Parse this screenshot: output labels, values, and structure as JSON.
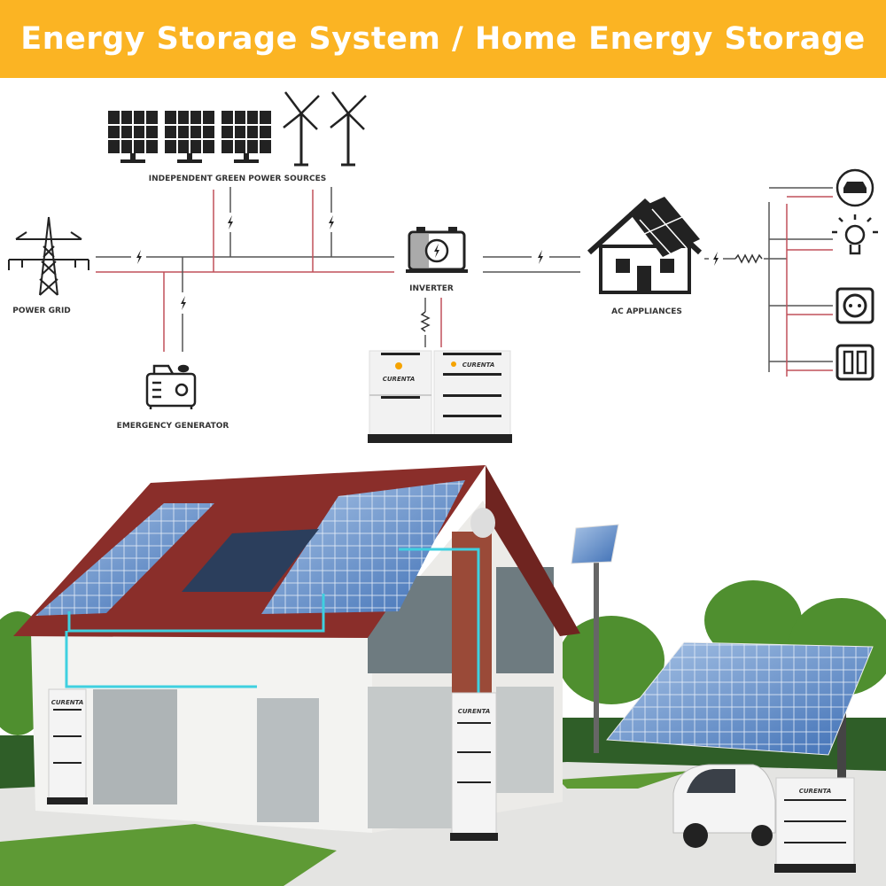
{
  "header": {
    "title": "Energy Storage System / Home Energy Storage"
  },
  "diagram": {
    "green_sources_label": "INDEPENDENT GREEN POWER SOURCES",
    "power_grid_label": "POWER GRID",
    "inverter_label": "INVERTER",
    "ac_appliances_label": "AC APPLIANCES",
    "generator_label": "EMERGENCY GENERATOR",
    "appliances": [
      "car-icon",
      "bulb-icon",
      "socket-icon",
      "switch-icon"
    ]
  },
  "brand": {
    "name": "CURENTA"
  },
  "colors": {
    "header": "#fbb423",
    "line_dark": "#444444",
    "line_red": "#c0505a",
    "roof": "#8a2e2a",
    "connection": "#3fd0e0"
  }
}
